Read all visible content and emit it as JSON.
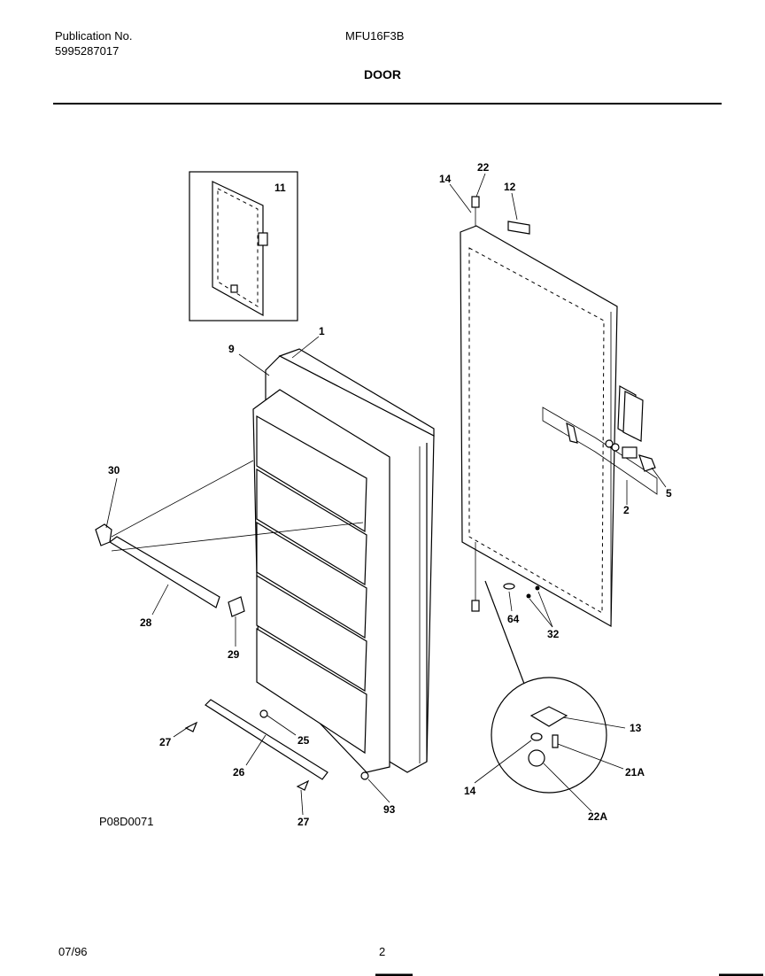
{
  "header": {
    "publication_label": "Publication No.",
    "publication_number": "5995287017",
    "model": "MFU16F3B",
    "section_title": "DOOR"
  },
  "footer": {
    "drawing_id": "P08D0071",
    "date": "07/96",
    "page_number": "2"
  },
  "callouts": {
    "c1": "1",
    "c2": "2",
    "c5": "5",
    "c9": "9",
    "c11": "11",
    "c12": "12",
    "c13": "13",
    "c14_top": "14",
    "c14_bottom": "14",
    "c21a": "21A",
    "c22": "22",
    "c22a": "22A",
    "c25": "25",
    "c26": "26",
    "c27_left": "27",
    "c27_bottom": "27",
    "c28": "28",
    "c29": "29",
    "c30": "30",
    "c32": "32",
    "c64": "64",
    "c93": "93"
  }
}
